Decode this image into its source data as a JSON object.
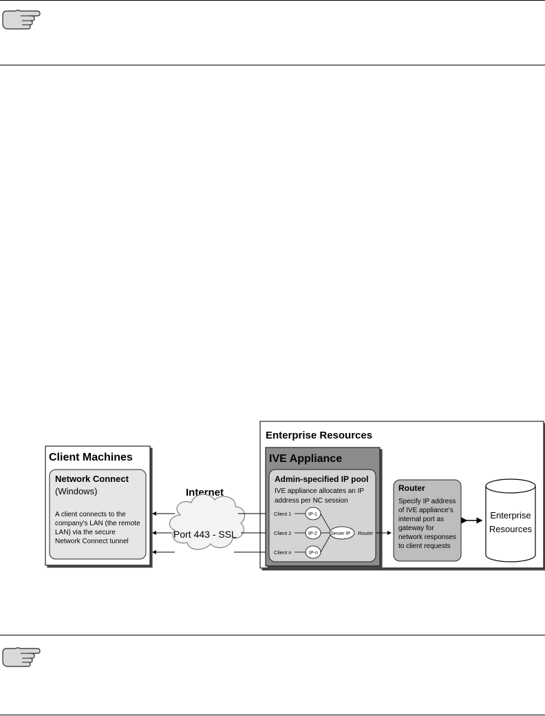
{
  "diagram": {
    "enterprise": {
      "title": "Enterprise Resources"
    },
    "client_machines": {
      "title": "Client Machines",
      "nc_title": "Network Connect",
      "nc_subtitle": "(Windows)",
      "description": [
        "A client connects to the",
        "company's LAN (the remote",
        "LAN) via the secure",
        "Network Connect tunnel"
      ]
    },
    "internet": {
      "label": "Internet",
      "cloud_label": "Port 443 - SSL"
    },
    "ive": {
      "title": "IVE Appliance",
      "pool_title": "Admin-specified IP pool",
      "pool_desc": [
        "IVE appliance allocates an IP",
        "address per NC session"
      ],
      "client1": "Client 1",
      "client2": "Client 2",
      "clientn_prefix": "Client ",
      "clientn_suffix": "n",
      "ip1": "IP-1",
      "ip2": "IP-2",
      "ipn_prefix": "IP-",
      "ipn_suffix": "n",
      "server_ip": "Server IP",
      "router_label": "Router"
    },
    "router": {
      "title": "Router",
      "desc": [
        "Specify IP address",
        "of IVE appliance's",
        "internal port as",
        "gateway for",
        "network responses",
        "to client requests"
      ]
    },
    "resources": {
      "label": [
        "Enterprise",
        "Resources"
      ]
    }
  },
  "icons": {
    "note": "pointing-hand-icon"
  }
}
